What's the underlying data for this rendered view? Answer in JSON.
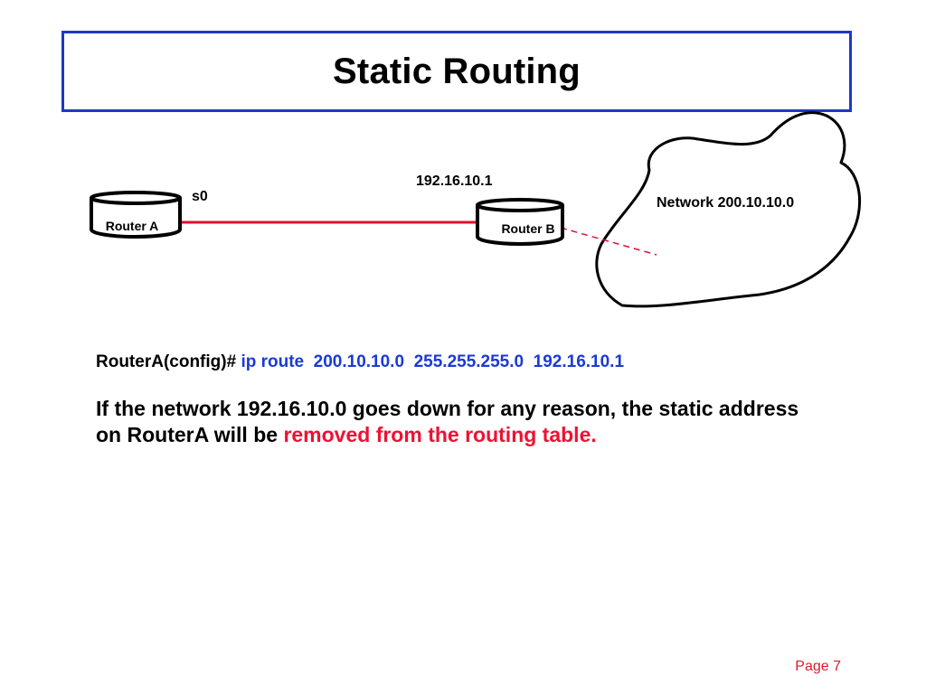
{
  "title": "Static Routing",
  "diagram": {
    "router_a": "Router A",
    "router_b": "Router B",
    "interface": "s0",
    "router_b_ip": "192.16.10.1",
    "network": "Network 200.10.10.0"
  },
  "command": {
    "prompt": "RouterA(config)#",
    "text": "ip route  200.10.10.0  255.255.255.0  192.16.10.1"
  },
  "note": {
    "text": "If the network 192.16.10.0 goes down for any reason, the static address on RouterA will be",
    "highlight": "removed from the routing table."
  },
  "footer": {
    "page": "Page 7"
  },
  "colors": {
    "title_border": "#1d39c4",
    "command_blue": "#1a3ad6",
    "highlight_red": "#ee1133",
    "link_red": "#e0102e"
  }
}
